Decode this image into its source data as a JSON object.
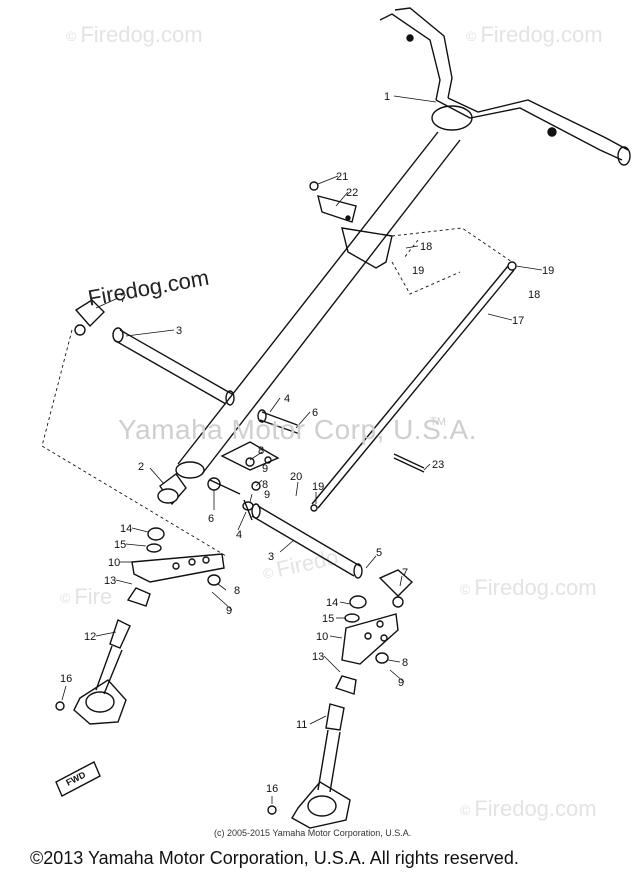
{
  "watermarks": {
    "site": "Firedog.com",
    "site_partial": "Firedo",
    "site_partial2": "Fire",
    "copyright_sign": "©",
    "center": "Yamaha Motor Corp, U.S.A.",
    "tm": "TM",
    "dark": "Firedog.com"
  },
  "callouts": {
    "c1": "1",
    "c2": "2",
    "c3a": "3",
    "c3b": "3",
    "c4a": "4",
    "c4b": "4",
    "c5": "5",
    "c6a": "6",
    "c6b": "6",
    "c7a": "7",
    "c7b": "7",
    "c8a": "8",
    "c8b": "8",
    "c8c": "8",
    "c8d": "8",
    "c9a": "9",
    "c9b": "9",
    "c9c": "9",
    "c9d": "9",
    "c10a": "10",
    "c10b": "10",
    "c11": "11",
    "c12": "12",
    "c13a": "13",
    "c13b": "13",
    "c14a": "14",
    "c14b": "14",
    "c15a": "15",
    "c15b": "15",
    "c16a": "16",
    "c16b": "16",
    "c17": "17",
    "c18a": "18",
    "c18b": "18",
    "c19a": "19",
    "c19b": "19",
    "c19c": "19",
    "c20": "20",
    "c21": "21",
    "c22": "22",
    "c23": "23",
    "fwd": "FWD"
  },
  "small_copyright": "(c) 2005-2015 Yamaha Motor Corporation, U.S.A.",
  "footer": "©2013 Yamaha Motor Corporation, U.S.A. All rights reserved."
}
